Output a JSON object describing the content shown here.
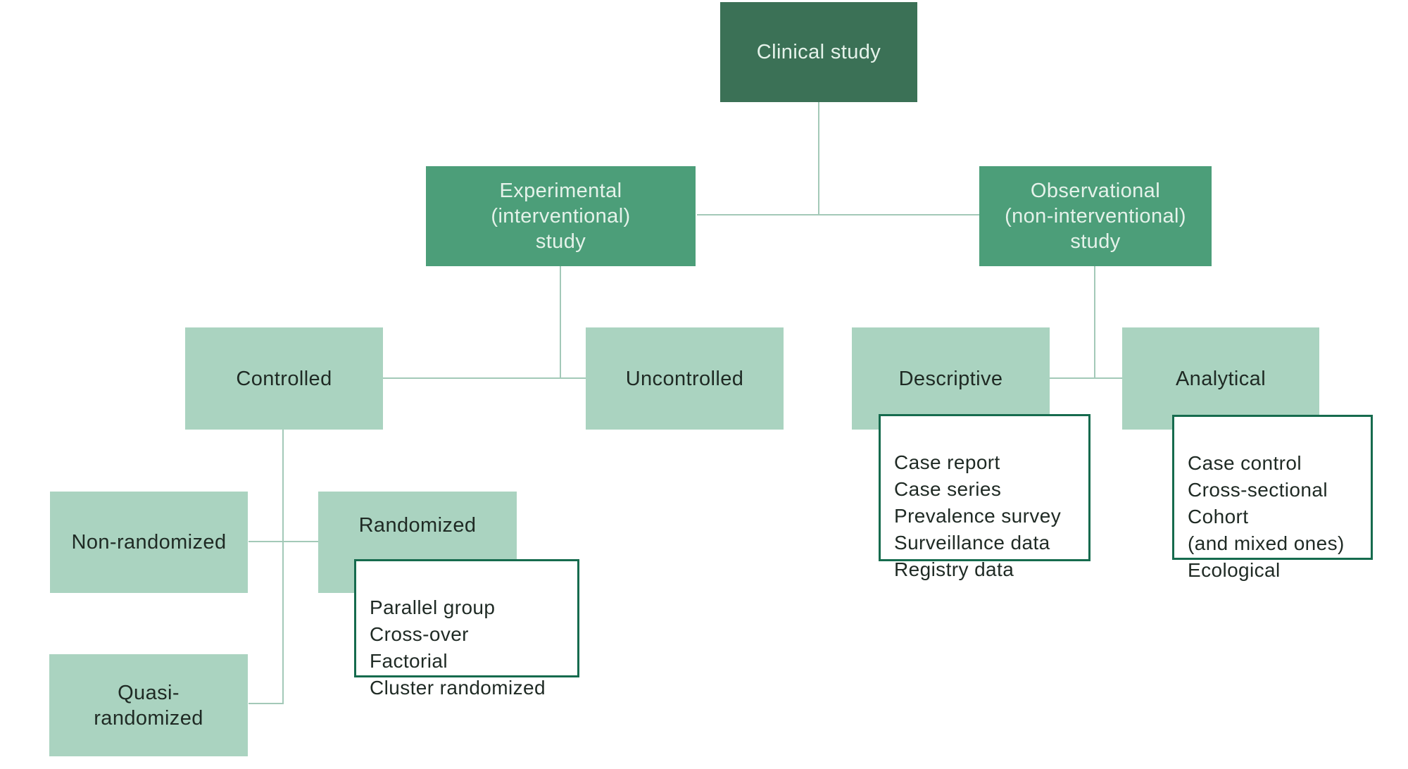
{
  "diagram": {
    "title": "Clinical study classification flowchart"
  },
  "nodes": {
    "clinical": {
      "label": "Clinical study",
      "level": 1
    },
    "experimental": {
      "label": "Experimental\n(interventional)\nstudy",
      "level": 2
    },
    "observational": {
      "label": "Observational\n(non-interventional)\nstudy",
      "level": 2
    },
    "controlled": {
      "label": "Controlled",
      "level": 3
    },
    "uncontrolled": {
      "label": "Uncontrolled",
      "level": 3
    },
    "descriptive": {
      "label": "Descriptive",
      "level": 3
    },
    "analytical": {
      "label": "Analytical",
      "level": 3
    },
    "non_randomized": {
      "label": "Non-randomized",
      "level": 4
    },
    "randomized": {
      "label": "Randomized",
      "level": 4
    },
    "quasi_randomized": {
      "label": "Quasi-\nrandomized",
      "level": 5
    }
  },
  "lists": {
    "randomized_types": {
      "parent": "Randomized",
      "items": [
        "Parallel group",
        "Cross-over",
        "Factorial",
        "Cluster randomized"
      ]
    },
    "descriptive_types": {
      "parent": "Descriptive",
      "items": [
        "Case report",
        "Case series",
        "Prevalence survey",
        "Surveillance data",
        "Registry data"
      ]
    },
    "analytical_types": {
      "parent": "Analytical",
      "items": [
        "Case control",
        "Cross-sectional",
        "Cohort",
        "(and mixed ones)",
        "Ecological"
      ]
    }
  },
  "colors": {
    "level1_fill": "#3b7156",
    "level2_fill": "#4c9e79",
    "level3_fill": "#aad3c0",
    "connector": "#a3c9b8",
    "list_border": "#166b4e",
    "dark_text": "#1f2a24",
    "light_text": "#e5f2ea",
    "background": "#ffffff"
  }
}
